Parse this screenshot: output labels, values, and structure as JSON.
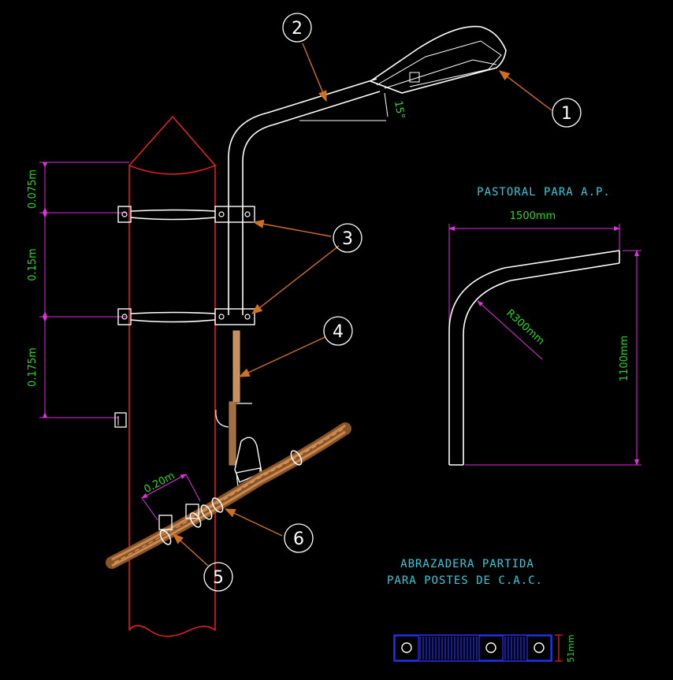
{
  "callouts": {
    "c1": "1",
    "c2": "2",
    "c3": "3",
    "c4": "4",
    "c5": "5",
    "c6": "6"
  },
  "dimensions": {
    "angle": "15°",
    "d1": "0.075m",
    "d2": "0.15m",
    "d3": "0.175m",
    "spacing": "0.20m",
    "width": "1500mm",
    "height": "1100mm",
    "radius": "R300mm",
    "clamp_height": "51mm"
  },
  "titles": {
    "pastoral": "PASTORAL PARA A.P.",
    "abrazadera_line1": "ABRAZADERA PARTIDA",
    "abrazadera_line2": "PARA POSTES DE C.A.C."
  },
  "colors": {
    "background": "#000000",
    "dimension_text": "#22dd22",
    "label_text": "#33ccdd",
    "dimension_lines": "#e030e0",
    "pole": "#ff2020",
    "leaders": "#d07020",
    "cable": "#b87840",
    "clamp_plan": "#2233ff"
  }
}
